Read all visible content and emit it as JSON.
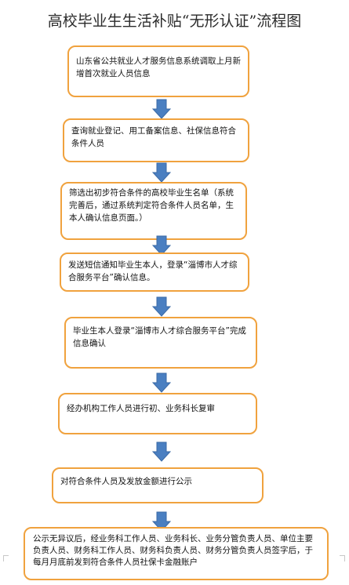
{
  "title": "高校毕业生生活补贴“无形认证”流程图",
  "steps": [
    "山东省公共就业人才服务信息系统调取上月新增首次就业人员信息",
    "查询就业登记、用工备案信息、社保信息符合条件人员",
    "筛选出初步符合条件的高校毕业生名单（系统完善后，通过系统判定符合条件人员名单，生本人确认信息页面。）",
    "发送短信通知毕业生本人，登录“淄博市人才综合服务平台”确认信息。",
    "毕业生本人登录“淄博市人才综合服务平台”完成信息确认",
    "经办机构工作人员进行初、业务科长复审",
    "对符合条件人员及发放金额进行公示",
    "公示无异议后，经业务科工作人员、业务科长、业务分管负责人员、单位主要负责人员、财务科工作人员、财务科负责人员、财务分管负责人员签字后，于每月月底前发到符合条件人员社保卡金融账户"
  ],
  "colors": {
    "box_border": "#f0a23e",
    "arrow_fill": "#4a7fc1",
    "arrow_stroke": "#3a6aa6"
  }
}
